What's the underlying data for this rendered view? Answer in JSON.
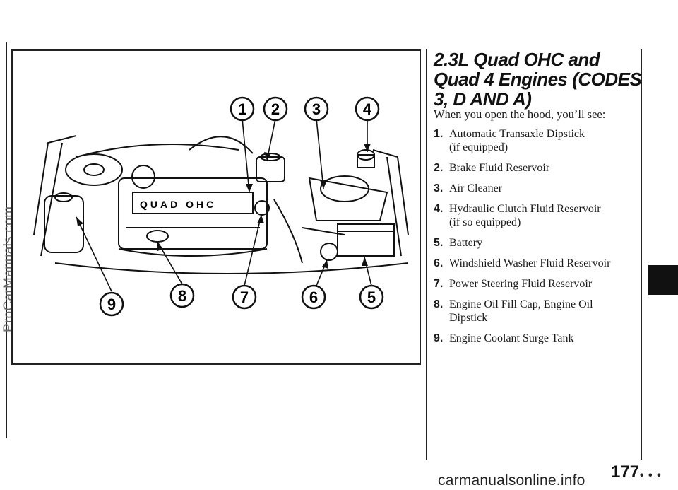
{
  "watermark_side": "ProCarManuals.com",
  "watermark_bottom": "carmanualsonline.info",
  "section": {
    "title": "2.3L Quad OHC and Quad 4 Engines (CODES 3, D AND A)",
    "intro": "When you open the hood, you’ll see:"
  },
  "items": [
    {
      "num": "1.",
      "text": "Automatic Transaxle Dipstick",
      "sub": "(if equipped)"
    },
    {
      "num": "2.",
      "text": "Brake Fluid Reservoir",
      "sub": ""
    },
    {
      "num": "3.",
      "text": "Air Cleaner",
      "sub": ""
    },
    {
      "num": "4.",
      "text": "Hydraulic Clutch Fluid Reservoir",
      "sub": "(if so equipped)"
    },
    {
      "num": "5.",
      "text": "Battery",
      "sub": ""
    },
    {
      "num": "6.",
      "text": "Windshield Washer Fluid Reservoir",
      "sub": ""
    },
    {
      "num": "7.",
      "text": "Power Steering Fluid Reservoir",
      "sub": ""
    },
    {
      "num": "8.",
      "text": "Engine Oil Fill Cap, Engine Oil",
      "sub": "Dipstick"
    },
    {
      "num": "9.",
      "text": "Engine Coolant Surge Tank",
      "sub": ""
    }
  ],
  "figure": {
    "callouts_top": [
      "1",
      "2",
      "3",
      "4"
    ],
    "callouts_bottom": [
      "9",
      "8",
      "7",
      "6",
      "5"
    ],
    "engine_label": "QUAD OHC"
  },
  "page_number": "177",
  "page_dots": "• • •"
}
